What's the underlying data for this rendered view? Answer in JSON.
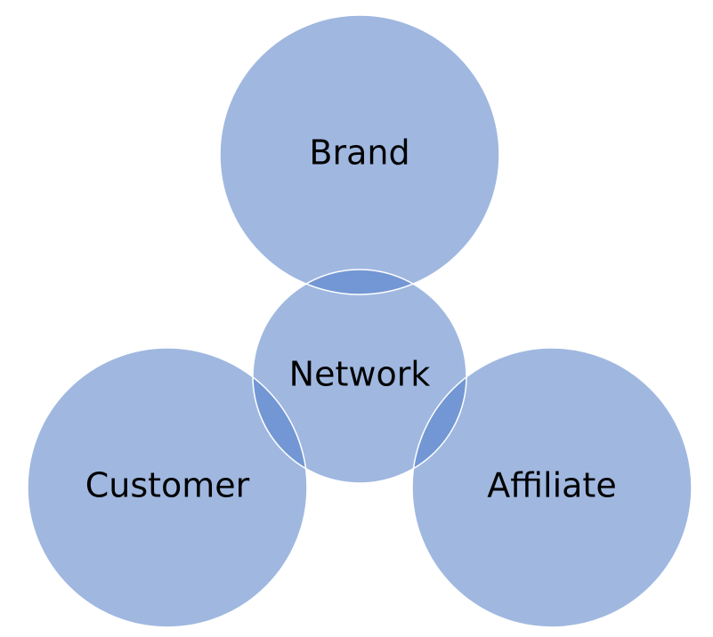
{
  "colors": {
    "circle_fill": "#a0b8e0",
    "overlap_fill": "#7397d4",
    "stroke": "#ffffff",
    "background": "#ffffff",
    "text": "#000000"
  },
  "nodes": {
    "brand": {
      "label": "Brand"
    },
    "network": {
      "label": "Network"
    },
    "customer": {
      "label": "Customer"
    },
    "affiliate": {
      "label": "Affiliate"
    }
  }
}
